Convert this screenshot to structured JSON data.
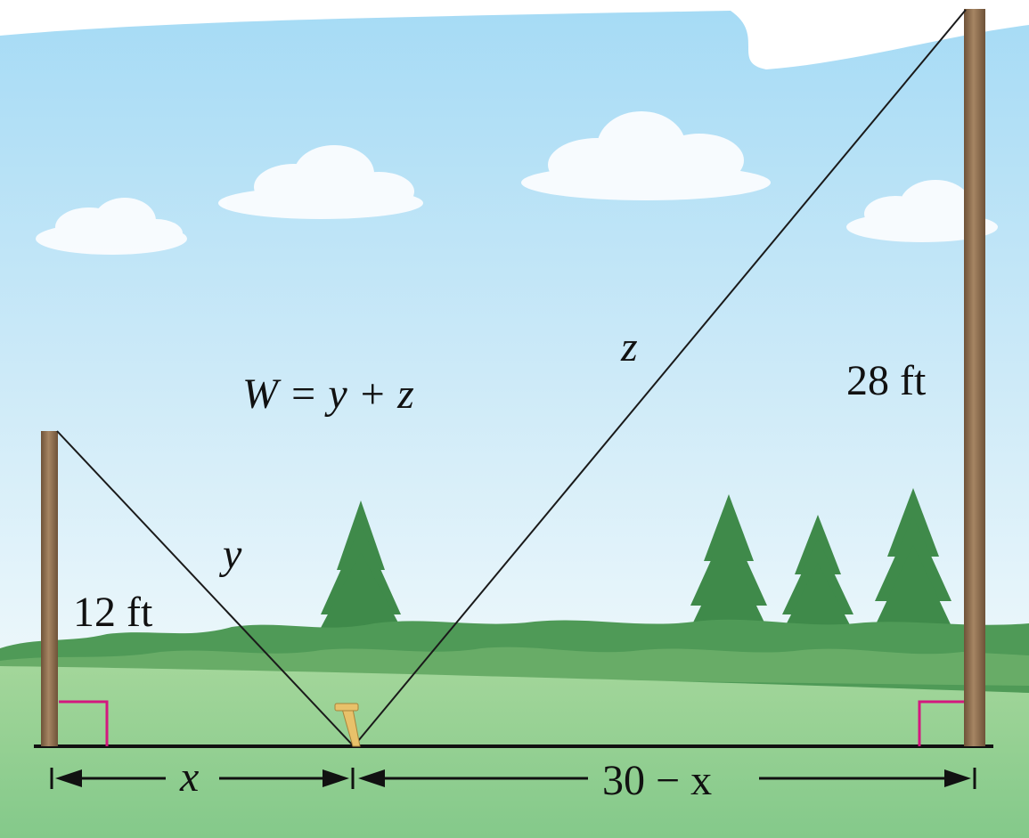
{
  "diagram": {
    "formula": "W = y + z",
    "labels": {
      "left_pole_height": "12 ft",
      "right_pole_height": "28 ft",
      "wire_left": "y",
      "wire_right": "z",
      "dist_left": "x",
      "dist_right": "30 − x"
    }
  },
  "colors": {
    "sky_top": "#a9dcf5",
    "sky_bottom": "#e8f5fb",
    "grass": "#92cf8e",
    "pole": "#8c6f4e",
    "right_angle_marker": "#d4187f",
    "wire": "#1a1a1a",
    "tree": "#3f8a4a",
    "stake": "#e8c16a"
  }
}
